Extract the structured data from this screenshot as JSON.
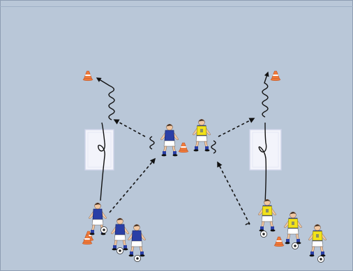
{
  "diagram": {
    "kind": "soccer-drill",
    "background_color": "#b9c7d8",
    "frame_color": "#8e9db2",
    "colors": {
      "team_blue": "#2a3fa6",
      "team_yellow": "#f2e21a",
      "shorts_white": "#ffffff",
      "skin": "#f0c7a3",
      "hair": "#2b1a10",
      "cone": "#f07a3a",
      "goal_fill": "#f3f4fb",
      "goal_edge": "#cfd4ea",
      "line": "#111111"
    },
    "cones": [
      "cone-top-left",
      "cone-top-right",
      "cone-center",
      "cone-bottom-left-1",
      "cone-bottom-left-2",
      "cone-bottom-right"
    ],
    "mini_goals": [
      "mini-goal-left",
      "mini-goal-right"
    ],
    "players": [
      {
        "id": "defender-blue",
        "team": "blue"
      },
      {
        "id": "defender-yellow",
        "team": "yellow"
      },
      {
        "id": "attacker-blue-1",
        "team": "blue"
      },
      {
        "id": "attacker-blue-2",
        "team": "blue"
      },
      {
        "id": "attacker-blue-3",
        "team": "blue"
      },
      {
        "id": "attacker-yellow-1",
        "team": "yellow"
      },
      {
        "id": "attacker-yellow-2",
        "team": "yellow"
      },
      {
        "id": "attacker-yellow-3",
        "team": "yellow"
      }
    ],
    "movements": [
      {
        "id": "pass-bottom-left-to-center",
        "type": "pass"
      },
      {
        "id": "pass-center-to-top-left",
        "type": "pass"
      },
      {
        "id": "dribble-to-top-left-cone",
        "type": "dribble"
      },
      {
        "id": "run-left-behind-goal",
        "type": "run"
      },
      {
        "id": "pass-bottom-right-to-center",
        "type": "pass"
      },
      {
        "id": "pass-center-to-top-right",
        "type": "pass"
      },
      {
        "id": "dribble-to-top-right-cone",
        "type": "dribble"
      },
      {
        "id": "run-right-behind-goal",
        "type": "run"
      }
    ]
  }
}
